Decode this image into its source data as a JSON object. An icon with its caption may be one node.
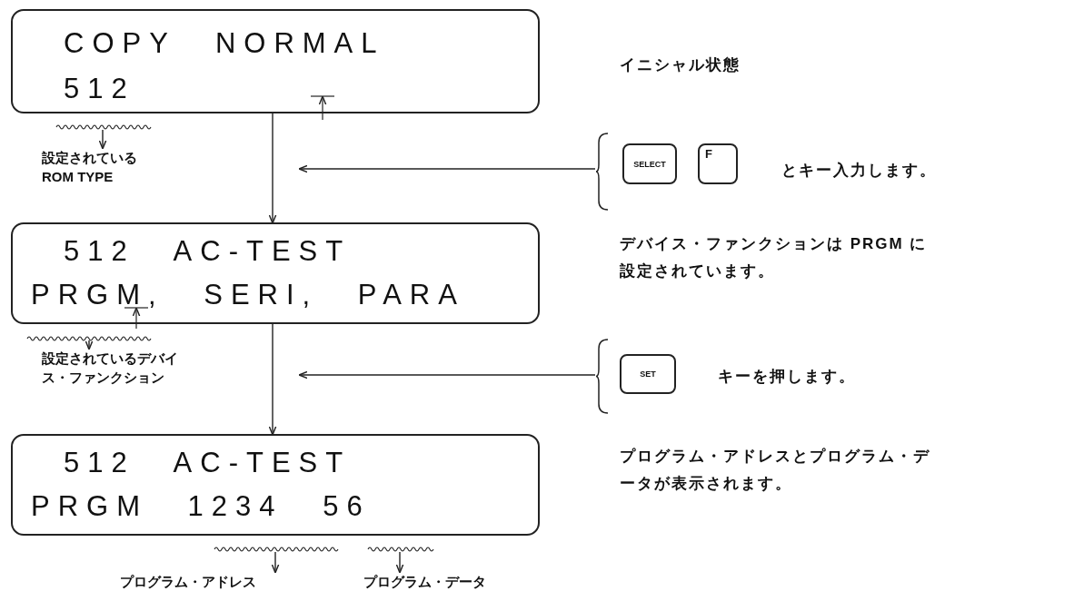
{
  "diagram": {
    "nodes": [
      {
        "text": [
          "COPY NORMAL",
          "512"
        ]
      },
      {
        "text": [
          "設定されている ROM TYPE"
        ]
      },
      {
        "text": [
          "とキー入力します。"
        ]
      },
      {
        "text": [
          "SELECT"
        ],
        "in": 2
      },
      {
        "text": [
          "F"
        ],
        "in": 2
      },
      {
        "text": [
          "512 AC-TEST",
          "PRGM, SERI, PARA"
        ]
      },
      {
        "text": [
          "設定されているデバイス・ファンクション"
        ]
      },
      {
        "text": [
          "キーを押します。"
        ]
      },
      {
        "text": [
          "SET"
        ],
        "in": 7
      },
      {
        "text": [
          "512 AC-TEST",
          "PRGM 1234 56"
        ]
      },
      {
        "text": [
          "プログラム・アドレス"
        ]
      },
      {
        "text": [
          "プログラム・データ"
        ]
      }
    ],
    "edges": [
      {
        "from": 0,
        "to": 5,
        "arrow": "to"
      },
      {
        "from": 2,
        "to": null,
        "arrow": "to"
      },
      {
        "from": null,
        "to": 1,
        "arrow": "to"
      },
      {
        "from": 5,
        "to": 9,
        "arrow": "to"
      },
      {
        "from": 7,
        "to": null,
        "arrow": "to"
      },
      {
        "from": null,
        "to": 6,
        "arrow": "to"
      },
      {
        "from": null,
        "to": 10,
        "arrow": "to"
      },
      {
        "from": null,
        "to": 11,
        "arrow": "to"
      }
    ],
    "labels": [
      "イニシャル状態",
      "デバイス・ファンクションは PRGM に設定されています。",
      "プログラム・アドレスとプログラム・データが表示されます。"
    ]
  }
}
